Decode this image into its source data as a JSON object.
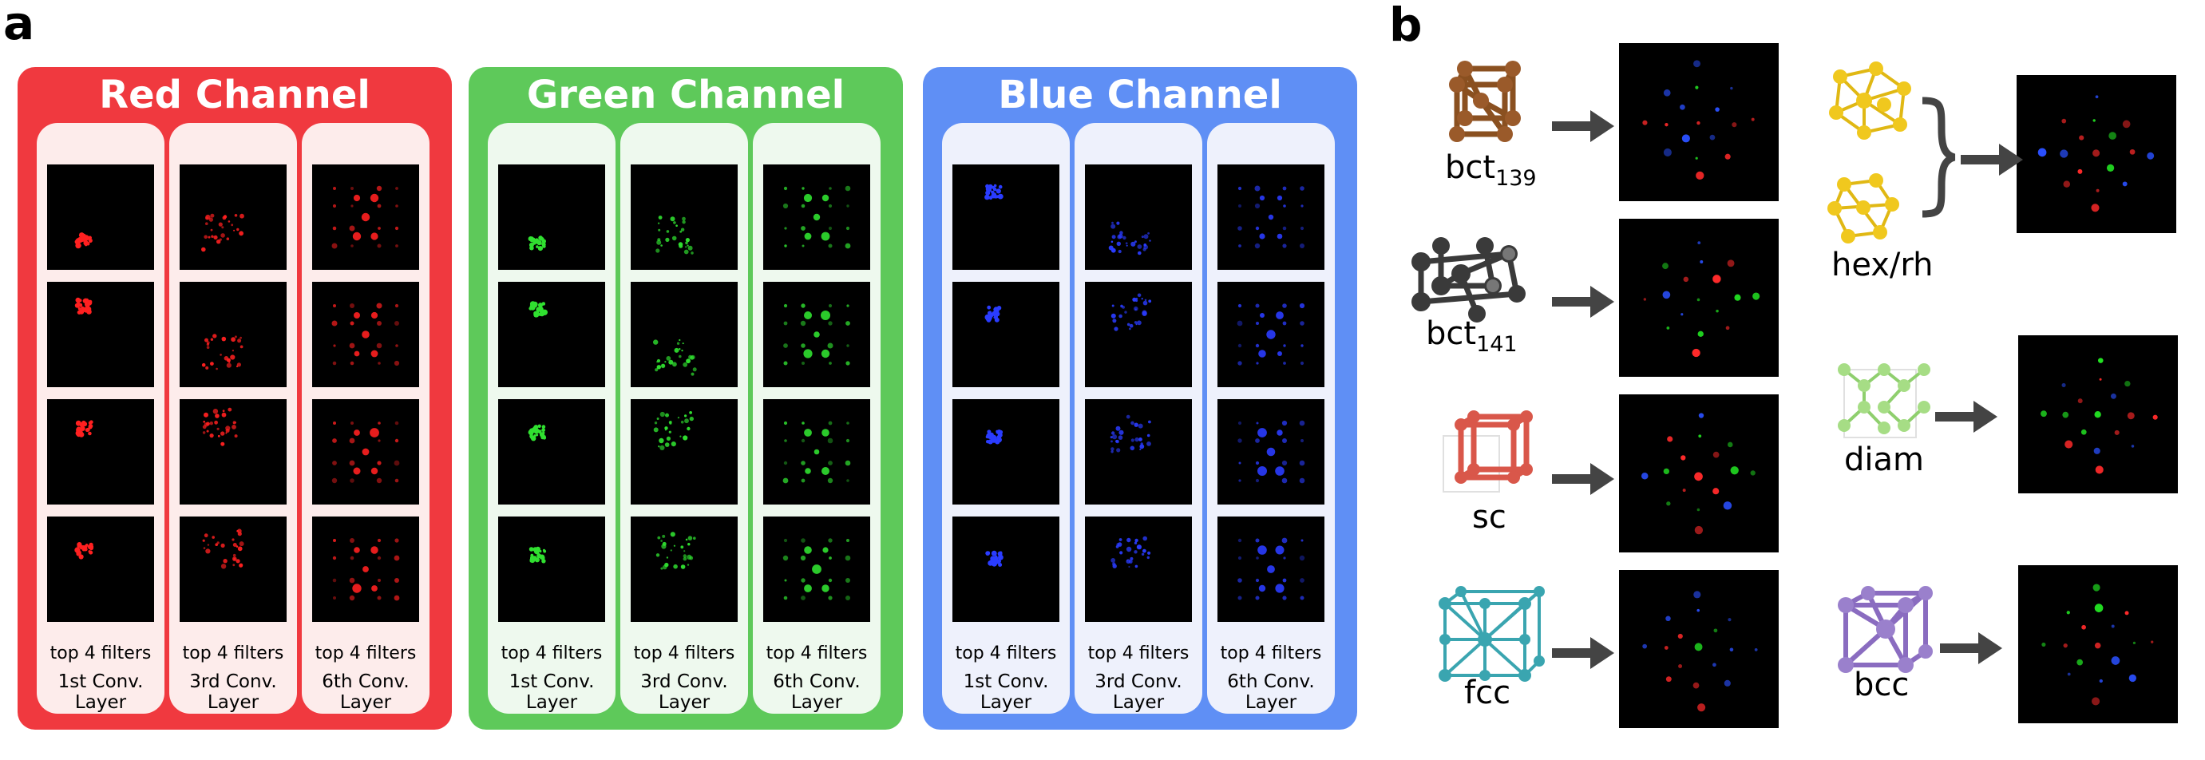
{
  "panel_a": {
    "letter": "a"
  },
  "panel_b": {
    "letter": "b"
  },
  "channels": [
    {
      "title": "Red Channel",
      "color": "#f0393f",
      "col_bg": "#fdeceb",
      "spot": "#ff2020",
      "columns": [
        {
          "caption_top": "top 4 filters",
          "caption_line1": "1st Conv.",
          "caption_line2": "Layer"
        },
        {
          "caption_top": "top 4 filters",
          "caption_line1": "3rd Conv.",
          "caption_line2": "Layer"
        },
        {
          "caption_top": "top 4 filters",
          "caption_line1": "6th Conv.",
          "caption_line2": "Layer"
        }
      ]
    },
    {
      "title": "Green Channel",
      "color": "#5ec95a",
      "col_bg": "#eef9ee",
      "spot": "#30e030",
      "columns": [
        {
          "caption_top": "top 4 filters",
          "caption_line1": "1st Conv.",
          "caption_line2": "Layer"
        },
        {
          "caption_top": "top 4 filters",
          "caption_line1": "3rd Conv.",
          "caption_line2": "Layer"
        },
        {
          "caption_top": "top 4 filters",
          "caption_line1": "6th Conv.",
          "caption_line2": "Layer"
        }
      ]
    },
    {
      "title": "Blue Channel",
      "color": "#5f8ff5",
      "col_bg": "#eef1fc",
      "spot": "#2a3cff",
      "columns": [
        {
          "caption_top": "top 4 filters",
          "caption_line1": "1st Conv.",
          "caption_line2": "Layer"
        },
        {
          "caption_top": "top 4 filters",
          "caption_line1": "3rd Conv.",
          "caption_line2": "Layer"
        },
        {
          "caption_top": "top 4 filters",
          "caption_line1": "6th Conv.",
          "caption_line2": "Layer"
        }
      ]
    }
  ],
  "lattices": [
    {
      "id": "bct139",
      "base": "bct",
      "sub": "139",
      "color": "#9a5a2a"
    },
    {
      "id": "bct141",
      "base": "bct",
      "sub": "141",
      "color": "#3a3a3a"
    },
    {
      "id": "sc",
      "base": "sc",
      "sub": "",
      "color": "#d9574a"
    },
    {
      "id": "fcc",
      "base": "fcc",
      "sub": "",
      "color": "#3aa5b0"
    },
    {
      "id": "hexrh",
      "base": "hex/rh",
      "sub": "",
      "color": "#f0c81e"
    },
    {
      "id": "diam",
      "base": "diam",
      "sub": "",
      "color": "#9ad67a"
    },
    {
      "id": "bcc",
      "base": "bcc",
      "sub": "",
      "color": "#8a6cc0"
    }
  ]
}
